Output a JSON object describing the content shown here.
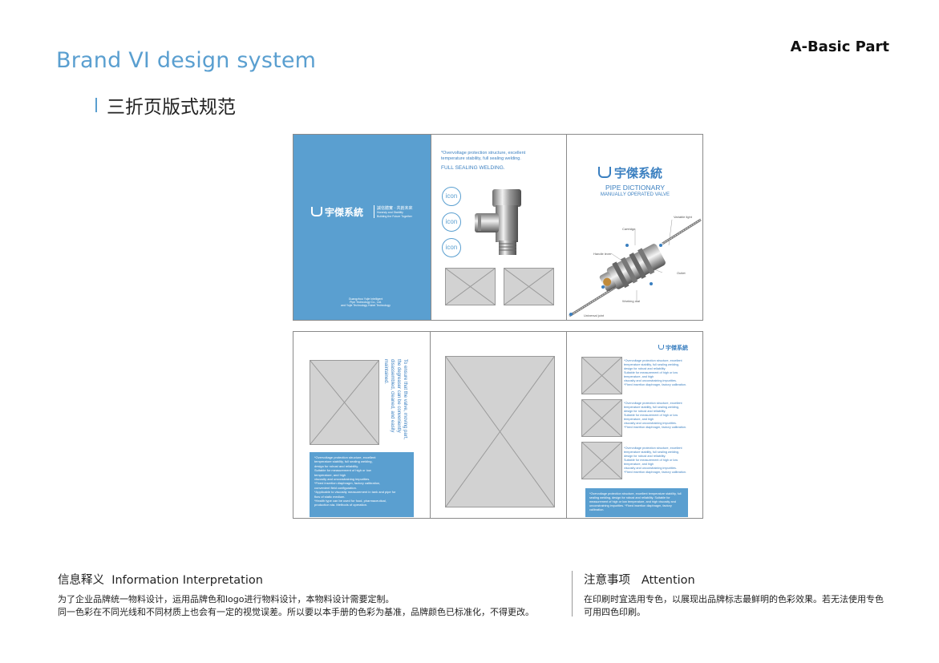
{
  "header": {
    "brand_title": "Brand VI design system",
    "section_tag": "A-Basic Part",
    "subtitle": "三折页版式规范"
  },
  "outer_spread": {
    "logo_text": "宇傑系統",
    "slogan_cn": "誠信體實 · 共創未來",
    "slogan_en1": "Honesty and Stability",
    "slogan_en2": "Building the Future Together",
    "company_lines": [
      "Guangzhou Yujie Intelligent",
      "Pipe Technology Co., Ltd.",
      "and Yujie Technology Hubei Technology"
    ],
    "feature_text": "*Overvoltage protection structure, excellent temperature stability, full sealing welding.",
    "feature_heading": "FULL SEALING WELDING.",
    "icons": [
      "icon",
      "icon",
      "icon"
    ],
    "cover_logo": "宇傑系統",
    "cover_title": "PIPE DICTIONARY",
    "cover_subtitle": "MANUALLY OPERATED VALVE",
    "diagram_labels": [
      "Variable light",
      "Cartridge",
      "Handle lever",
      "Outlet",
      "Universal joint",
      "Working dial"
    ]
  },
  "inner_spread": {
    "vertical_text": "To ensure that the valve, moving part, the degreaser can be conveniently disassembled, cleaned, and easily maintained.",
    "left_box": [
      "*Overvoltage protection structure, excellent",
      " temperature stability, full sealing welding,",
      "design for robust and reliability.",
      "Suitable for measurement of high or low",
      "temperature, and high",
      "viscosity and unconstraining impurities.",
      "*Fixed insertion diaphragm, factory calibration,",
      "convenient field configuration.",
      "*Applicable to viscosity measurement in tank and pipe for",
      "flow of static medium.",
      "*Health type can be used for food, pharmaceutical,",
      " production sta. Methods of operation."
    ],
    "right_logo": "宇傑系統",
    "right_item_text": [
      "*Overvoltage protection structure, excellent",
      " temperature stability, full sealing welding,",
      "design for robust and reliability.",
      "Suitable for measurement of high or low",
      "temperature, and high",
      "viscosity and unconstraining impurities.",
      "*Fixed insertion diaphragm, factory calibration."
    ],
    "right_box": "*Overvoltage protection structure, excellent temperature stability, full sealing welding, design for robust and reliability. Suitable for measurement of high or low temperature, and high viscosity and unconstraining impurities. *Fixed insertion diaphragm, factory calibration."
  },
  "info": {
    "heading": "信息释义  Information Interpretation",
    "line1": "为了企业品牌统一物料设计，运用品牌色和logo进行物料设计，本物料设计需要定制。",
    "line2": "同一色彩在不同光线和不同材质上也会有一定的视觉误差。所以要以本手册的色彩为基准，品牌颜色已标准化，不得更改。"
  },
  "attention": {
    "heading": "注意事项   Attention",
    "line1": "在印刷时宜选用专色，以展现出品牌标志最鲜明的色彩效果。若无法使用专色",
    "line2": "可用四色印刷。"
  },
  "colors": {
    "brand_blue": "#5a9fd0",
    "placeholder_gray": "#d2d2d2"
  }
}
